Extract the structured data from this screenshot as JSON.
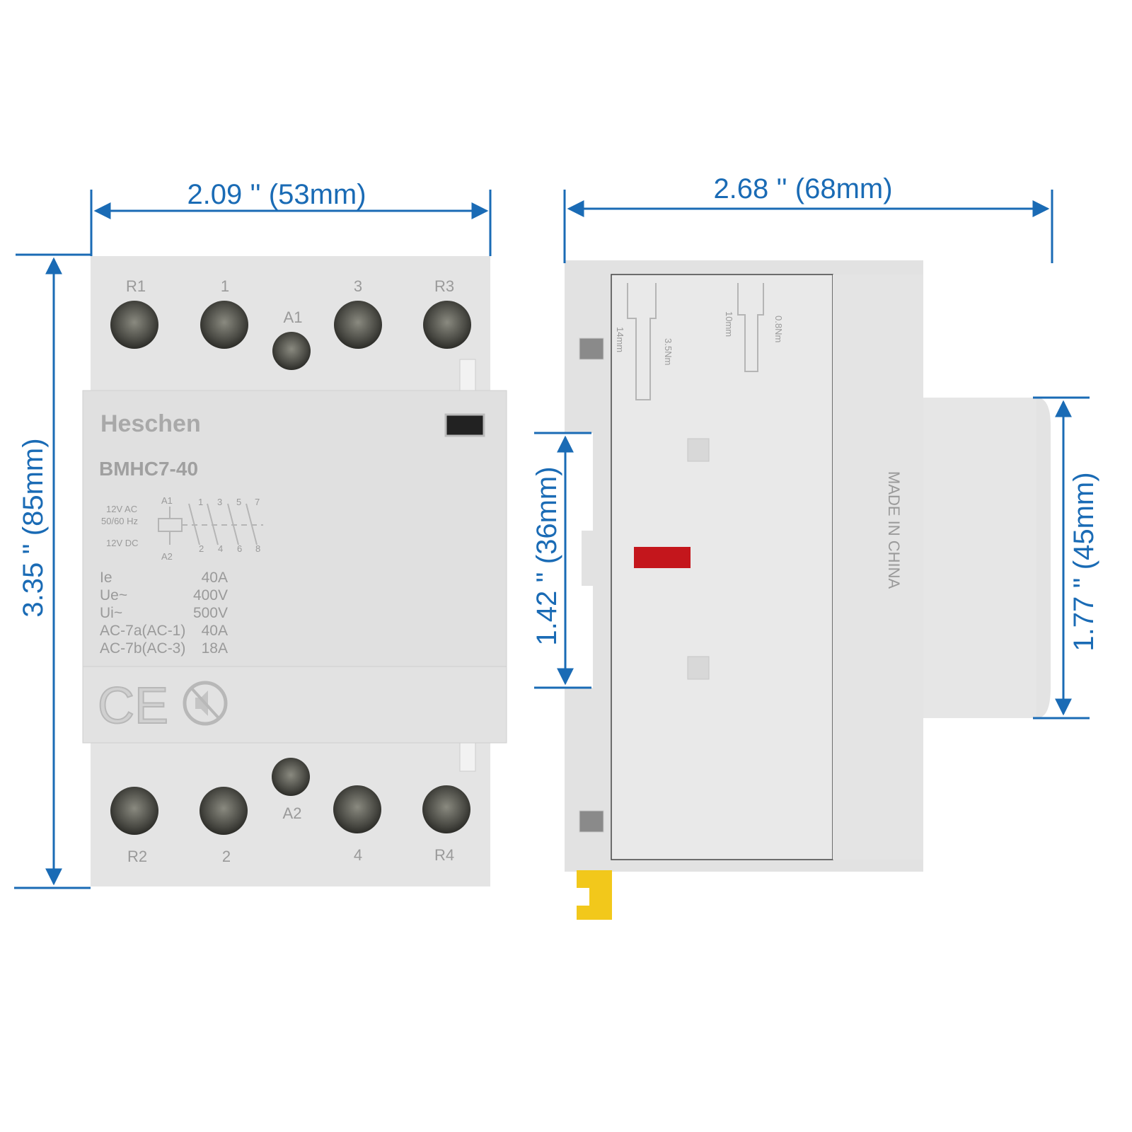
{
  "dimensions": {
    "front_width": "2.09 '' (53mm)",
    "front_height": "3.35 '' (85mm)",
    "side_width": "2.68 '' (68mm)",
    "side_inner_height": "1.42 '' (36mm)",
    "side_rail_height": "1.77 '' (45mm)"
  },
  "accent_color": "#1a6bb5",
  "front": {
    "brand": "Heschen",
    "model": "BMHC7-40",
    "top_terminals": [
      "R1",
      "1",
      "A1",
      "3",
      "R3"
    ],
    "bottom_terminals": [
      "R2",
      "2",
      "A2",
      "4",
      "R4"
    ],
    "coil": {
      "ac": "12V  AC",
      "freq": "50/60 Hz",
      "dc": "12V  DC",
      "a1": "A1",
      "a2": "A2"
    },
    "contacts_top": [
      "1",
      "3",
      "5",
      "7"
    ],
    "contacts_bottom": [
      "2",
      "4",
      "6",
      "8"
    ],
    "specs": [
      {
        "key": "Ie",
        "value": "40A"
      },
      {
        "key": "Ue~",
        "value": "400V"
      },
      {
        "key": "Ui~",
        "value": "500V"
      },
      {
        "key": "AC-7a(AC-1)",
        "value": "40A"
      },
      {
        "key": "AC-7b(AC-3)",
        "value": "18A"
      }
    ],
    "ce_mark": "CE"
  },
  "side": {
    "made_in": "MADE IN CHINA",
    "strip_a": "14mm",
    "torque_a": "3.5Nm",
    "strip_b": "10mm",
    "torque_b": "0.8Nm"
  }
}
